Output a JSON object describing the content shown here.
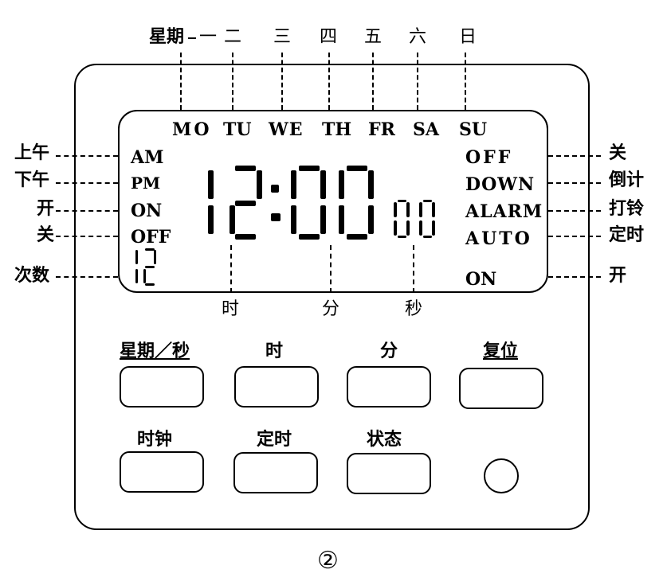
{
  "top_labels": {
    "week_prefix": "星期",
    "days": [
      "一",
      "二",
      "三",
      "四",
      "五",
      "六",
      "日"
    ]
  },
  "lcd": {
    "day_codes": [
      "MO",
      "TU",
      "WE",
      "TH",
      "FR",
      "SA",
      "SU"
    ],
    "left_indicators": [
      "AM",
      "PM",
      "ON",
      "OFF"
    ],
    "counter_digits": "12",
    "main_time": "12:00",
    "seconds": "00",
    "right_indicators": [
      "OFF",
      "DOWN",
      "ALARM",
      "AUTO",
      "ON"
    ]
  },
  "left_callouts": [
    "上午",
    "下午",
    "开",
    "关",
    "次数"
  ],
  "right_callouts": [
    "关",
    "倒计",
    "打铃",
    "定时",
    "开"
  ],
  "bottom_callouts": [
    "时",
    "分",
    "秒"
  ],
  "buttons": {
    "row1": [
      "星期／秒",
      "时",
      "分",
      "复位"
    ],
    "row2": [
      "时钟",
      "定时",
      "状态"
    ]
  },
  "figure_number": "②"
}
